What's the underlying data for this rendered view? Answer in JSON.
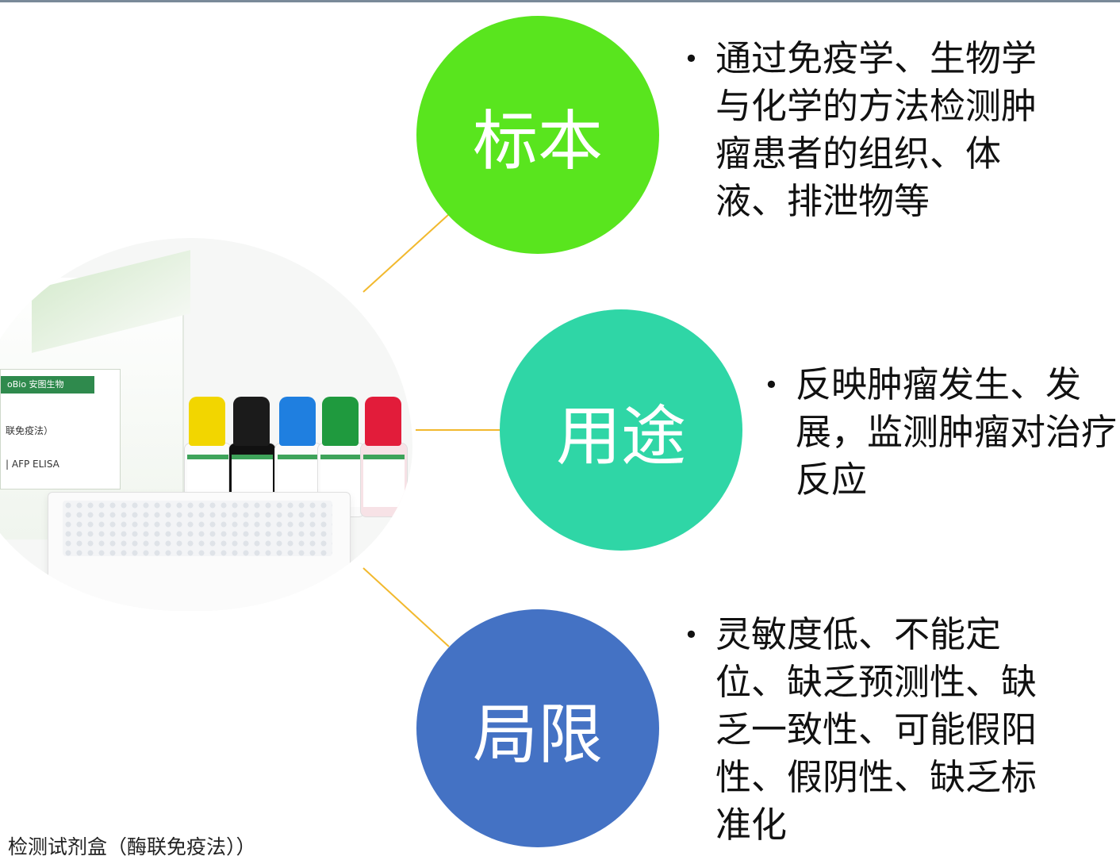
{
  "product_photo": {
    "brand_label": "oBio 安图生物",
    "method_label": "联免疫法）",
    "product_code": "| AFP ELISA",
    "bottle_caps": [
      "#f2d600",
      "#1b1b1b",
      "#1f7fe0",
      "#1f9a3e",
      "#e21c3a"
    ]
  },
  "nodes": [
    {
      "title": "标本",
      "color": "#59e51e",
      "desc": "通过免疫学、生物学与化学的方法检测肿瘤患者的组织、体液、排泄物等"
    },
    {
      "title": "用途",
      "color": "#2fd6a6",
      "desc": "反映肿瘤发生、发展，监测肿瘤对治疗反应"
    },
    {
      "title": "局限",
      "color": "#4472c4",
      "desc": "灵敏度低、不能定位、缺乏预测性、缺乏一致性、可能假阳性、假阴性、缺乏标准化"
    }
  ],
  "bullet": "•",
  "caption": "检测试剂盒（酶联免疫法））",
  "connector_color": "#f2b92e"
}
